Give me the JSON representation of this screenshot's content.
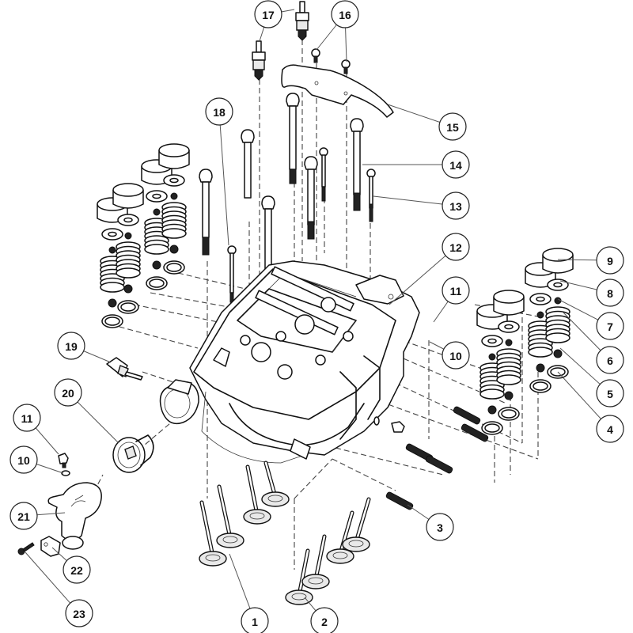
{
  "diagram": {
    "title": "Cylinder head exploded view",
    "callouts": [
      {
        "id": "1",
        "label": "1",
        "part": "valve"
      },
      {
        "id": "2",
        "label": "2",
        "part": "valve"
      },
      {
        "id": "3",
        "label": "3",
        "part": "stud"
      },
      {
        "id": "4",
        "label": "4",
        "part": "spring seat washer"
      },
      {
        "id": "5",
        "label": "5",
        "part": "valve stem seal"
      },
      {
        "id": "6",
        "label": "6",
        "part": "valve spring"
      },
      {
        "id": "7",
        "label": "7",
        "part": "valve collet"
      },
      {
        "id": "8",
        "label": "8",
        "part": "spring retainer"
      },
      {
        "id": "9",
        "label": "9",
        "part": "bucket tappet"
      },
      {
        "id": "10",
        "label": "10",
        "part": "sealing washer"
      },
      {
        "id": "11",
        "label": "11",
        "part": "bolt"
      },
      {
        "id": "12",
        "label": "12",
        "part": "cylinder head"
      },
      {
        "id": "13",
        "label": "13",
        "part": "bolt"
      },
      {
        "id": "14",
        "label": "14",
        "part": "bolt"
      },
      {
        "id": "15",
        "label": "15",
        "part": "bracket"
      },
      {
        "id": "16",
        "label": "16",
        "part": "bolt"
      },
      {
        "id": "17",
        "label": "17",
        "part": "spark plug"
      },
      {
        "id": "18",
        "label": "18",
        "part": "bolt"
      },
      {
        "id": "19",
        "label": "19",
        "part": "temperature sensor"
      },
      {
        "id": "20",
        "label": "20",
        "part": "thermostat"
      },
      {
        "id": "21",
        "label": "21",
        "part": "thermostat housing"
      },
      {
        "id": "22",
        "label": "22",
        "part": "bracket"
      },
      {
        "id": "23",
        "label": "23",
        "part": "bolt"
      },
      {
        "id": "10b",
        "label": "10",
        "part": "sealing washer"
      },
      {
        "id": "11b",
        "label": "11",
        "part": "bolt"
      }
    ]
  }
}
